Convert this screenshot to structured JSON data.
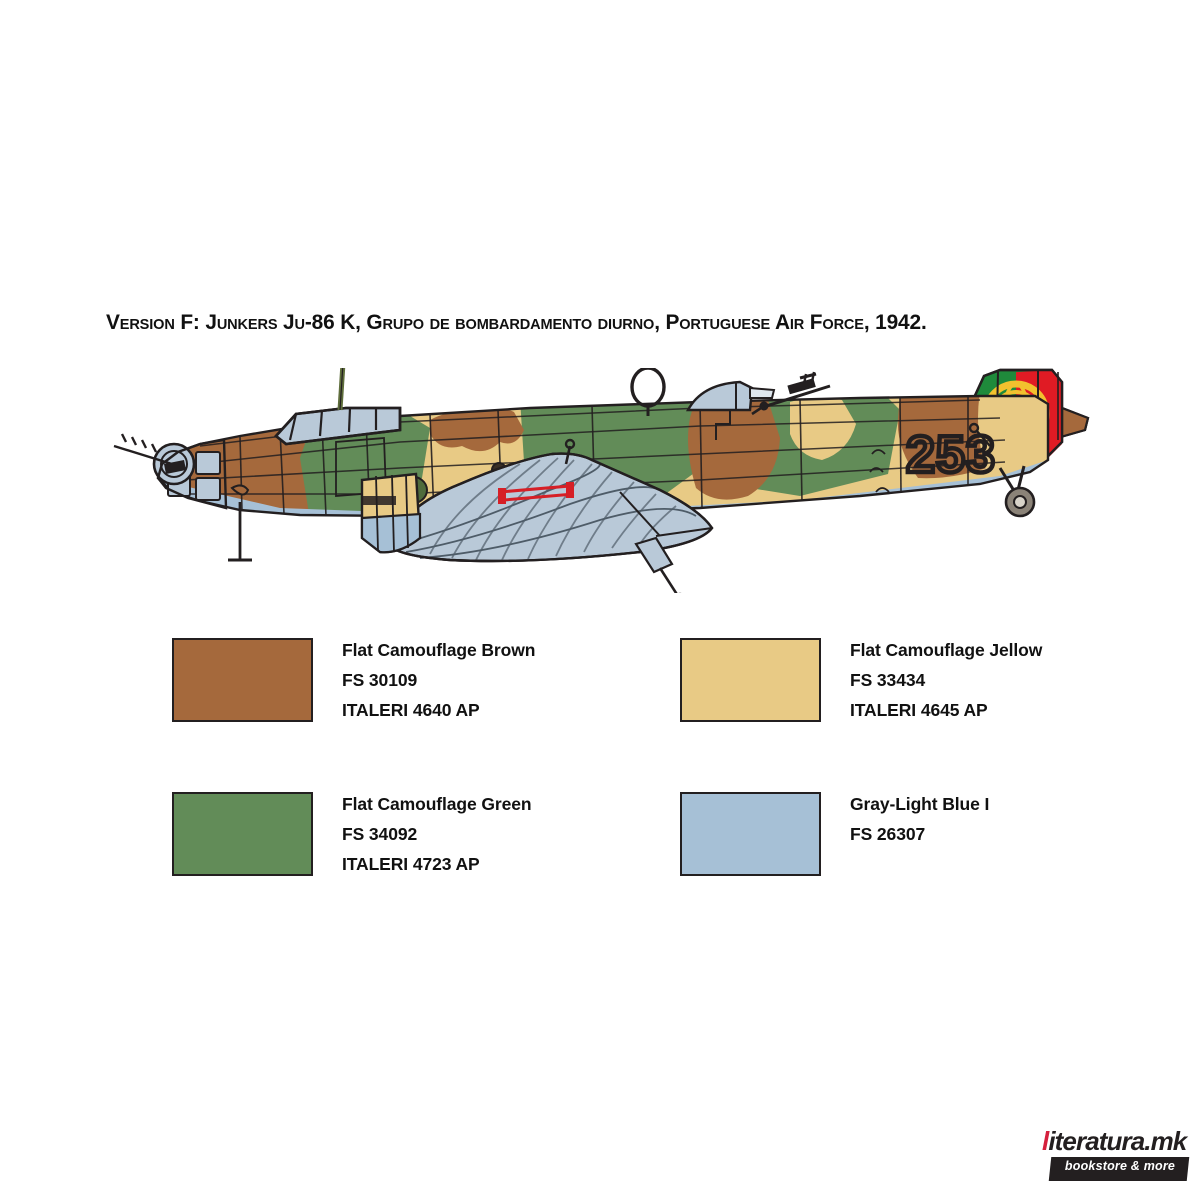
{
  "title": {
    "prefix": "Version F:",
    "body": "Junkers Ju-86 K, Grupo de bombardamento diurno, Portuguese Air Force,  1942.",
    "full": "Version F:  Junkers Ju-86 K, Grupo de bombardamento diurno, Portuguese Air Force,  1942."
  },
  "aircraft": {
    "name": "Junkers Ju-86 K",
    "operator": "Portuguese Air Force",
    "unit": "Grupo de bombardamento diurno",
    "year": "1942",
    "fuselage_code": "253",
    "tail_marking": "Portuguese roundel",
    "colors": {
      "brown": "#a5693c",
      "yellow": "#e8ca85",
      "green": "#628c58",
      "blue_gray": "#a6c0d6",
      "outline": "#231f20",
      "flag_green": "#1f8a3b",
      "flag_red": "#e01b24",
      "flag_yellow": "#f2c12e",
      "metal": "#b9c9d8"
    }
  },
  "paints": [
    {
      "name": "Flat Camouflage Brown",
      "fs": "FS 30109",
      "code": "ITALERI 4640 AP",
      "hex": "#a5693c"
    },
    {
      "name": "Flat Camouflage Jellow",
      "fs": "FS 33434",
      "code": "ITALERI 4645 AP",
      "hex": "#e8ca85"
    },
    {
      "name": "Flat Camouflage Green",
      "fs": "FS 34092",
      "code": "ITALERI 4723 AP",
      "hex": "#628c58"
    },
    {
      "name": "Gray-Light Blue I",
      "fs": "FS 26307",
      "code": "",
      "hex": "#a6c0d6"
    }
  ],
  "logo": {
    "first_letter": "l",
    "rest": "iteratura.mk",
    "tagline": "bookstore & more",
    "accent": "#d5203d"
  }
}
